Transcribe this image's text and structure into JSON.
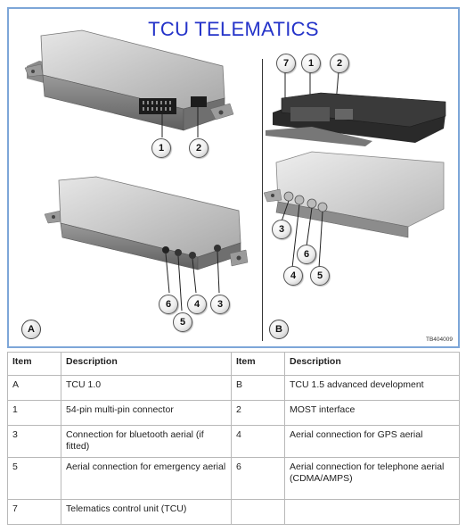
{
  "figure": {
    "title": "TCU TELEMATICS",
    "panel_a": "A",
    "panel_b": "B",
    "image_id": "TB404009",
    "callouts_a_top": [
      "1",
      "2"
    ],
    "callouts_a_bottom": [
      "6",
      "5",
      "4",
      "3"
    ],
    "callouts_b_top": [
      "7",
      "1",
      "2"
    ],
    "callouts_b_bottom": [
      "3",
      "4",
      "6",
      "5"
    ]
  },
  "table": {
    "headers": [
      "Item",
      "Description",
      "Item",
      "Description"
    ],
    "rows": [
      [
        "A",
        "TCU 1.0",
        "B",
        "TCU 1.5 advanced development"
      ],
      [
        "1",
        "54-pin multi-pin connector",
        "2",
        "MOST interface"
      ],
      [
        "3",
        "Connection for bluetooth aerial (if fitted)",
        "4",
        "Aerial connection for GPS aerial"
      ],
      [
        "5",
        "Aerial connection for emergency aerial",
        "6",
        "Aerial connection for telephone aerial (CDMA/AMPS)"
      ],
      [
        "7",
        "Telematics control unit (TCU)",
        "",
        ""
      ]
    ]
  }
}
